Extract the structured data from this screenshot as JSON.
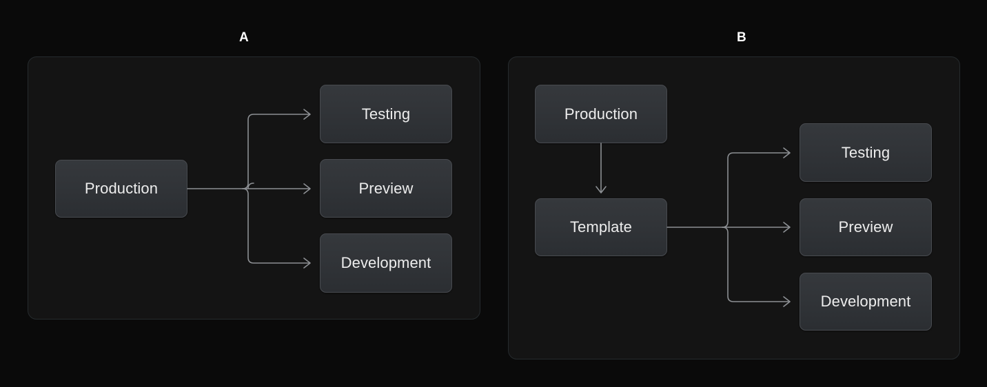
{
  "page": {
    "background_color": "#0a0a0a",
    "panel_color": "#141414",
    "panel_border_color": "#262b2e",
    "node_border_color": "#484b50",
    "node_gradient_top": "#35383c",
    "node_gradient_bottom": "#2b2e32",
    "node_text_color": "#ededed",
    "connector_color": "#8d9094",
    "label_color": "#ffffff"
  },
  "panels": [
    {
      "label": "A",
      "nodes": {
        "source": "Production",
        "targets": [
          "Testing",
          "Preview",
          "Development"
        ]
      }
    },
    {
      "label": "B",
      "nodes": {
        "source": "Production",
        "intermediate": "Template",
        "targets": [
          "Testing",
          "Preview",
          "Development"
        ]
      }
    }
  ],
  "diagram_data": {
    "type": "flow-diagram",
    "description": "Two deployment topology diagrams compared side by side",
    "panel_a": {
      "label": "A",
      "nodes": [
        "Production",
        "Testing",
        "Preview",
        "Development"
      ],
      "edges": [
        {
          "from": "Production",
          "to": "Testing",
          "style": "elbow-arrow"
        },
        {
          "from": "Production",
          "to": "Preview",
          "style": "straight-arrow"
        },
        {
          "from": "Production",
          "to": "Development",
          "style": "elbow-arrow"
        }
      ]
    },
    "panel_b": {
      "label": "B",
      "nodes": [
        "Production",
        "Template",
        "Testing",
        "Preview",
        "Development"
      ],
      "edges": [
        {
          "from": "Production",
          "to": "Template",
          "style": "vertical-arrow"
        },
        {
          "from": "Template",
          "to": "Testing",
          "style": "elbow-arrow"
        },
        {
          "from": "Template",
          "to": "Preview",
          "style": "straight-arrow"
        },
        {
          "from": "Template",
          "to": "Development",
          "style": "elbow-arrow"
        }
      ]
    }
  }
}
